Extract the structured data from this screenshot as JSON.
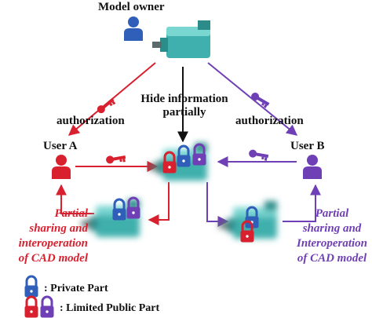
{
  "colors": {
    "red": "#d8202f",
    "purple": "#6f3fb5",
    "blue": "#2f5fb8",
    "teal": "#3fb0ad",
    "dark": "#111111"
  },
  "labels": {
    "model_owner": "Model owner",
    "hide_line1": "Hide information",
    "hide_line2": "partially",
    "auth_left": "authorization",
    "auth_right": "authorization",
    "user_a": "User A",
    "user_b": "User B",
    "left_caption": [
      "Partial",
      "sharing and",
      "interoperation",
      "of CAD model"
    ],
    "right_caption": [
      "Partial",
      "sharing and",
      "Interoperation",
      "of CAD model"
    ]
  },
  "legend": [
    {
      "label": ": Private Part",
      "icon": "lock-icon"
    },
    {
      "label": ": Limited Public Part",
      "icon": "lock-icon"
    }
  ]
}
